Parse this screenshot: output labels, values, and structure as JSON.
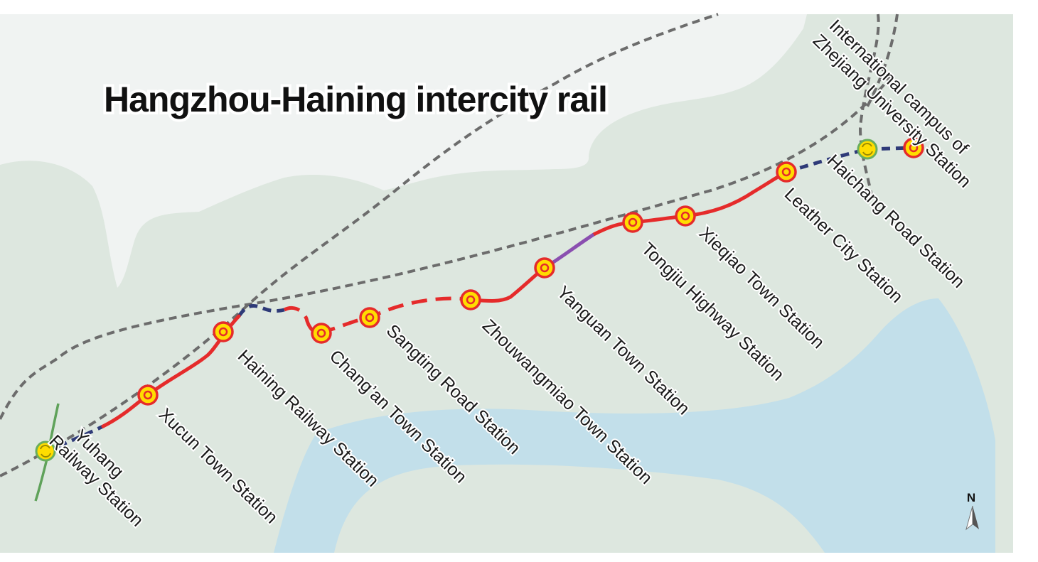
{
  "map": {
    "title": "Hangzhou-Haining intercity rail",
    "compass": "N",
    "colors": {
      "background": "#ffffff",
      "sea": "#f0f3f2",
      "land": "#dde7df",
      "river": "#c2dfea",
      "line_main": "#e52b2b",
      "line_connector": "#2e3a78",
      "line_segment": "#8a4fb0",
      "rail_existing": "#6c6c6c",
      "station_fill": "#ffdd00",
      "station_ring": "#e52b2b",
      "interchange_ring": "#6aae5c",
      "green_line": "#5fa25a"
    },
    "stations": [
      {
        "name": "Yuhang Railway Station",
        "lines": [
          "Yuhang",
          "Railway Station"
        ],
        "type": "interchange"
      },
      {
        "name": "Xucun Town Station",
        "lines": [
          "Xucun Town Station"
        ],
        "type": "station"
      },
      {
        "name": "Haining Railway Station",
        "lines": [
          "Haining Railway Station"
        ],
        "type": "station"
      },
      {
        "name": "Chang'an Town Station",
        "lines": [
          "Chang’an Town Station"
        ],
        "type": "station"
      },
      {
        "name": "Sangting Road Station",
        "lines": [
          "Sangting Road Station"
        ],
        "type": "station"
      },
      {
        "name": "Zhouwangmiao Town Station",
        "lines": [
          "Zhouwangmiao Town Station"
        ],
        "type": "station"
      },
      {
        "name": "Yanguan Town Station",
        "lines": [
          "Yanguan Town Station"
        ],
        "type": "station"
      },
      {
        "name": "Tongjiu Highway Station",
        "lines": [
          "Tongjiu Highway Station"
        ],
        "type": "station"
      },
      {
        "name": "Xieqiao Town Station",
        "lines": [
          "Xieqiao Town Station"
        ],
        "type": "station"
      },
      {
        "name": "Leather City Station",
        "lines": [
          "Leather City Station"
        ],
        "type": "station"
      },
      {
        "name": "Haichang Road Station",
        "lines": [
          "Haichang Road Station"
        ],
        "type": "interchange"
      },
      {
        "name": "International campus of Zhejiang University Station",
        "lines": [
          "International campus of",
          "Zhejiang University Station"
        ],
        "type": "station"
      }
    ]
  }
}
